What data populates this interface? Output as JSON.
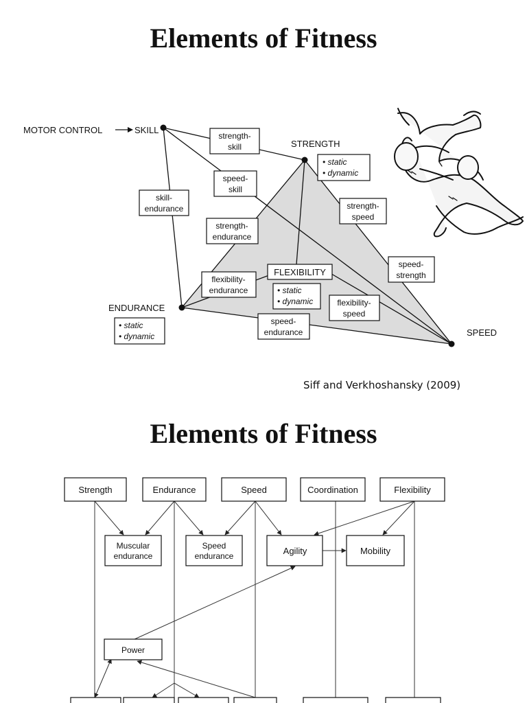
{
  "slide1": {
    "title": "Elements of Fitness",
    "citation": "Siff and Verkhoshansky (2009)",
    "diagram": {
      "vertices": {
        "motor_control": "MOTOR CONTROL",
        "skill": "SKILL",
        "strength": "STRENGTH",
        "endurance": "ENDURANCE",
        "speed": "SPEED",
        "flexibility": "FLEXIBILITY"
      },
      "sub_items": {
        "static": "• static",
        "dynamic": "• dynamic"
      },
      "edge_labels": {
        "strength_skill": [
          "strength-",
          "skill"
        ],
        "speed_skill": [
          "speed-",
          "skill"
        ],
        "skill_endurance": [
          "skill-",
          "endurance"
        ],
        "strength_endurance": [
          "strength-",
          "endurance"
        ],
        "strength_speed": [
          "strength-",
          "speed"
        ],
        "speed_strength": [
          "speed-",
          "strength"
        ],
        "flexibility_endurance": [
          "flexibility-",
          "endurance"
        ],
        "flexibility_speed": [
          "flexibility-",
          "speed"
        ],
        "speed_endurance": [
          "speed-",
          "endurance"
        ]
      },
      "illustration": "wrestlers-illustration"
    }
  },
  "slide2": {
    "title": "Elements of Fitness",
    "top_row": [
      "Strength",
      "Endurance",
      "Speed",
      "Coordination",
      "Flexibility"
    ],
    "middle_row": {
      "muscular_endurance": [
        "Muscular",
        "endurance"
      ],
      "speed_endurance": [
        "Speed",
        "endurance"
      ],
      "agility": "Agility",
      "mobility": "Mobility"
    },
    "power": "Power"
  }
}
